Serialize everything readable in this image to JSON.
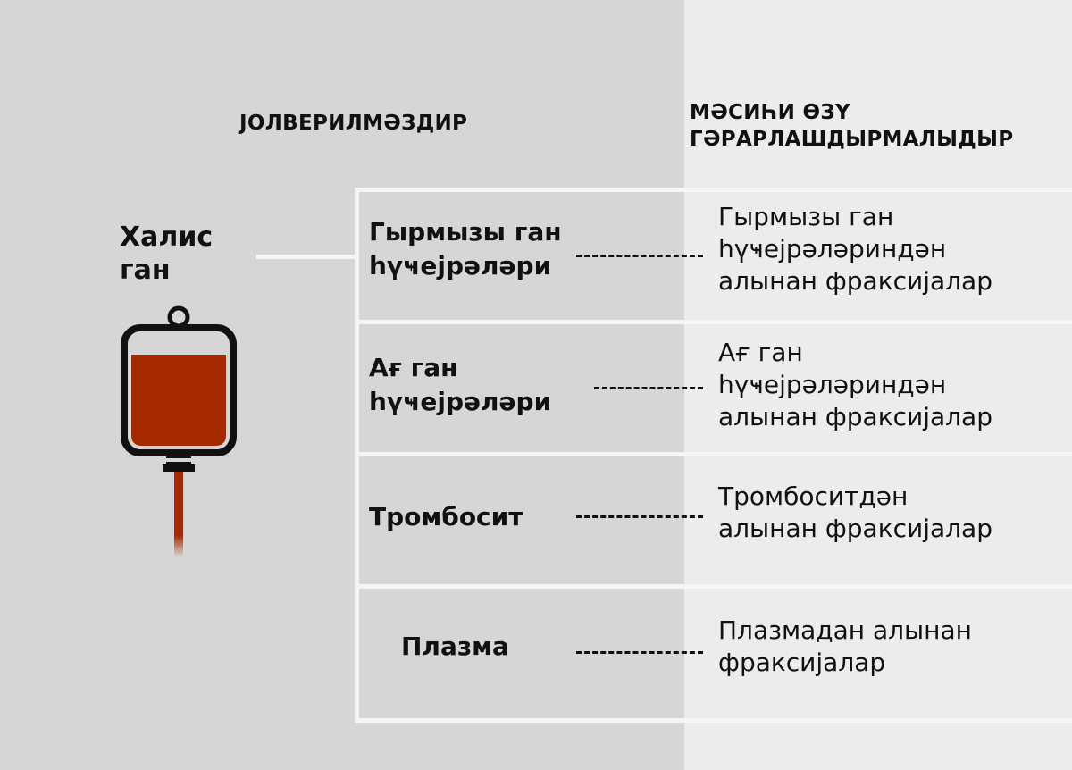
{
  "header": {
    "left": "ЈОЛВЕРИЛМӘЗДИР",
    "right_line1": "МӘСИҺИ ӨЗҮ",
    "right_line2": "ГӘРАРЛАШДЫРМАЛЫДЫР"
  },
  "whole_blood": {
    "line1": "Халис",
    "line2": "ган",
    "icon": "blood-bag-icon"
  },
  "components": [
    {
      "name_line1": "Гырмызы ган",
      "name_line2": "һүҹејрәләри",
      "fraction_line1": "Гырмызы ган",
      "fraction_line2": "һүҹејрәләриндән",
      "fraction_line3": "алынан фраксијалар"
    },
    {
      "name_line1": "Ағ ган",
      "name_line2": "һүҹејрәләри",
      "fraction_line1": "Ағ ган",
      "fraction_line2": "һүҹејрәләриндән",
      "fraction_line3": "алынан фраксијалар"
    },
    {
      "name_line1": "Тромбосит",
      "fraction_line1": "Тромбоситдән",
      "fraction_line2": "алынан фраксијалар"
    },
    {
      "name_line1": "Плазма",
      "fraction_line1": "Плазмадан алынан",
      "fraction_line2": "фраксијалар"
    }
  ],
  "colors": {
    "left_panel": "#d6d6d6",
    "right_panel": "#ececec",
    "frame": "#f7f5f1",
    "blood": "#a52a00"
  }
}
